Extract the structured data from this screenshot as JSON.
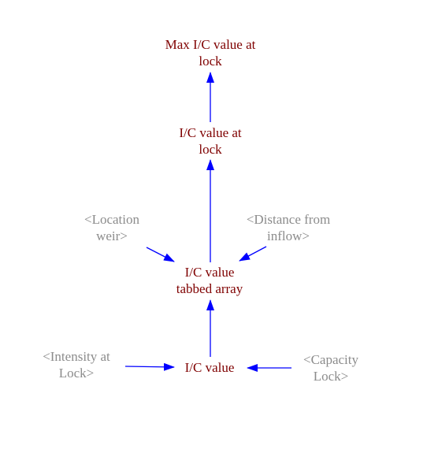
{
  "diagram": {
    "nodes": {
      "max_ic": {
        "lines": [
          "Max I/C value at",
          "lock"
        ],
        "kind": "variable"
      },
      "ic_lock": {
        "lines": [
          "I/C value at",
          "lock"
        ],
        "kind": "variable"
      },
      "ic_tabbed": {
        "lines": [
          "I/C value",
          "tabbed array"
        ],
        "kind": "variable"
      },
      "ic_value": {
        "lines": [
          "I/C value"
        ],
        "kind": "variable"
      },
      "location_weir": {
        "lines": [
          "<Location",
          "weir>"
        ],
        "kind": "shadow"
      },
      "distance_inflow": {
        "lines": [
          "<Distance from",
          "inflow>"
        ],
        "kind": "shadow"
      },
      "intensity_lock": {
        "lines": [
          "<Intensity at",
          "Lock>"
        ],
        "kind": "shadow"
      },
      "capacity_lock": {
        "lines": [
          "<Capacity",
          "Lock>"
        ],
        "kind": "shadow"
      }
    },
    "links": [
      {
        "from": "ic_lock",
        "to": "max_ic"
      },
      {
        "from": "ic_tabbed",
        "to": "ic_lock"
      },
      {
        "from": "location_weir",
        "to": "ic_tabbed"
      },
      {
        "from": "distance_inflow",
        "to": "ic_tabbed"
      },
      {
        "from": "ic_value",
        "to": "ic_tabbed"
      },
      {
        "from": "intensity_lock",
        "to": "ic_value"
      },
      {
        "from": "capacity_lock",
        "to": "ic_value"
      }
    ],
    "colors": {
      "variable": "#7f0000",
      "shadow": "#8c8c8c",
      "arrow": "#0000ff"
    }
  }
}
